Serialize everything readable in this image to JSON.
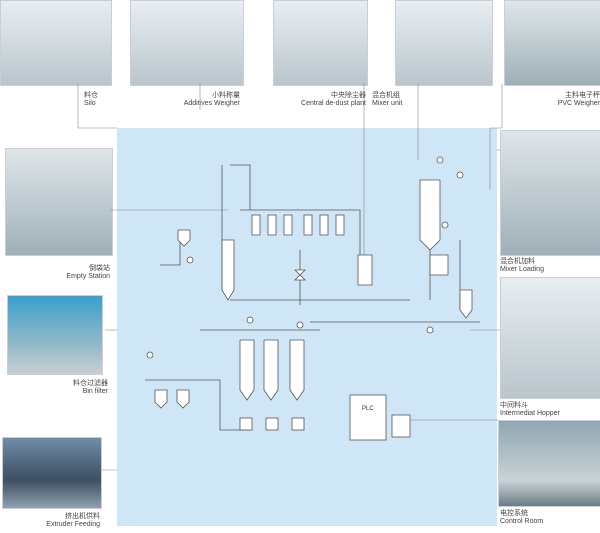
{
  "labels": {
    "silo": {
      "cn": "料仓",
      "en": "Silo"
    },
    "additives": {
      "cn": "小料称量",
      "en": "Additives Weigher"
    },
    "dedust": {
      "cn": "中央除尘器",
      "en": "Central de-dust plant"
    },
    "mixer": {
      "cn": "混合机组",
      "en": "Mixer unit"
    },
    "pvc": {
      "cn": "主料电子秤",
      "en": "PVC Weigher"
    },
    "empty": {
      "cn": "倒袋站",
      "en": "Empty Station"
    },
    "bin": {
      "cn": "料仓过滤器",
      "en": "Bin filter"
    },
    "extruder": {
      "cn": "挤出机供料",
      "en": "Extruder Feeding"
    },
    "mixer_loading": {
      "cn": "混合机加料",
      "en": "Mixer Loading"
    },
    "hopper": {
      "cn": "中间料斗",
      "en": "Intermediat Hopper"
    },
    "control": {
      "cn": "电控系统",
      "en": "Control Room"
    }
  },
  "plc": "PLC"
}
